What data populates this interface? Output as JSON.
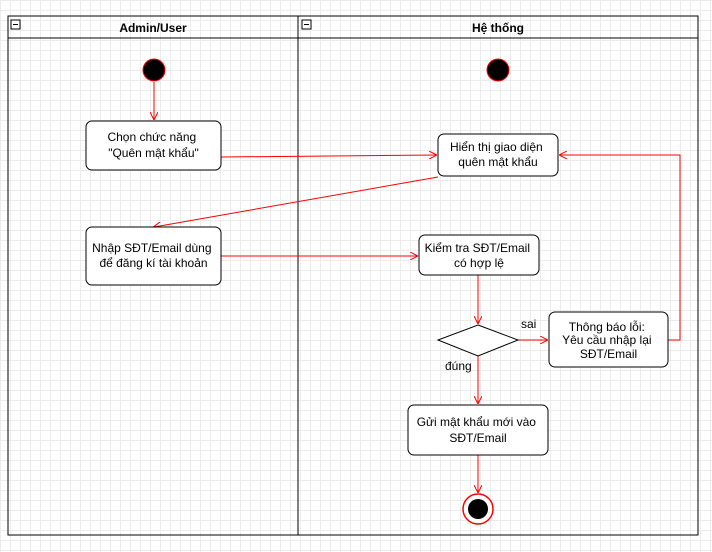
{
  "lanes": [
    {
      "title": "Admin/User"
    },
    {
      "title": "Hệ thống"
    }
  ],
  "nodes": {
    "choose_function": [
      "Chọn chức năng",
      "\"Quên mật khẩu\""
    ],
    "show_forgot_ui": [
      "Hiển thị giao diện",
      "quên mật khẩu"
    ],
    "enter_phone_email": [
      "Nhập SĐT/Email dùng",
      "để đăng kí tài khoản"
    ],
    "check_valid": [
      "Kiểm tra SĐT/Email",
      "có hợp lệ"
    ],
    "error_notice": [
      "Thông báo lỗi:",
      "Yêu cầu nhập lại",
      "SĐT/Email"
    ],
    "send_new_password": [
      "Gửi mật khẩu mới vào",
      "SĐT/Email"
    ]
  },
  "edge_labels": {
    "wrong": "sai",
    "right": "đúng"
  },
  "colors": {
    "edge": "#ff0000",
    "start_node": "#000000",
    "start_stroke": "#ff0000",
    "end_ring": "#ff0000"
  },
  "icons": {
    "lane_collapse": "minus-square-icon"
  }
}
